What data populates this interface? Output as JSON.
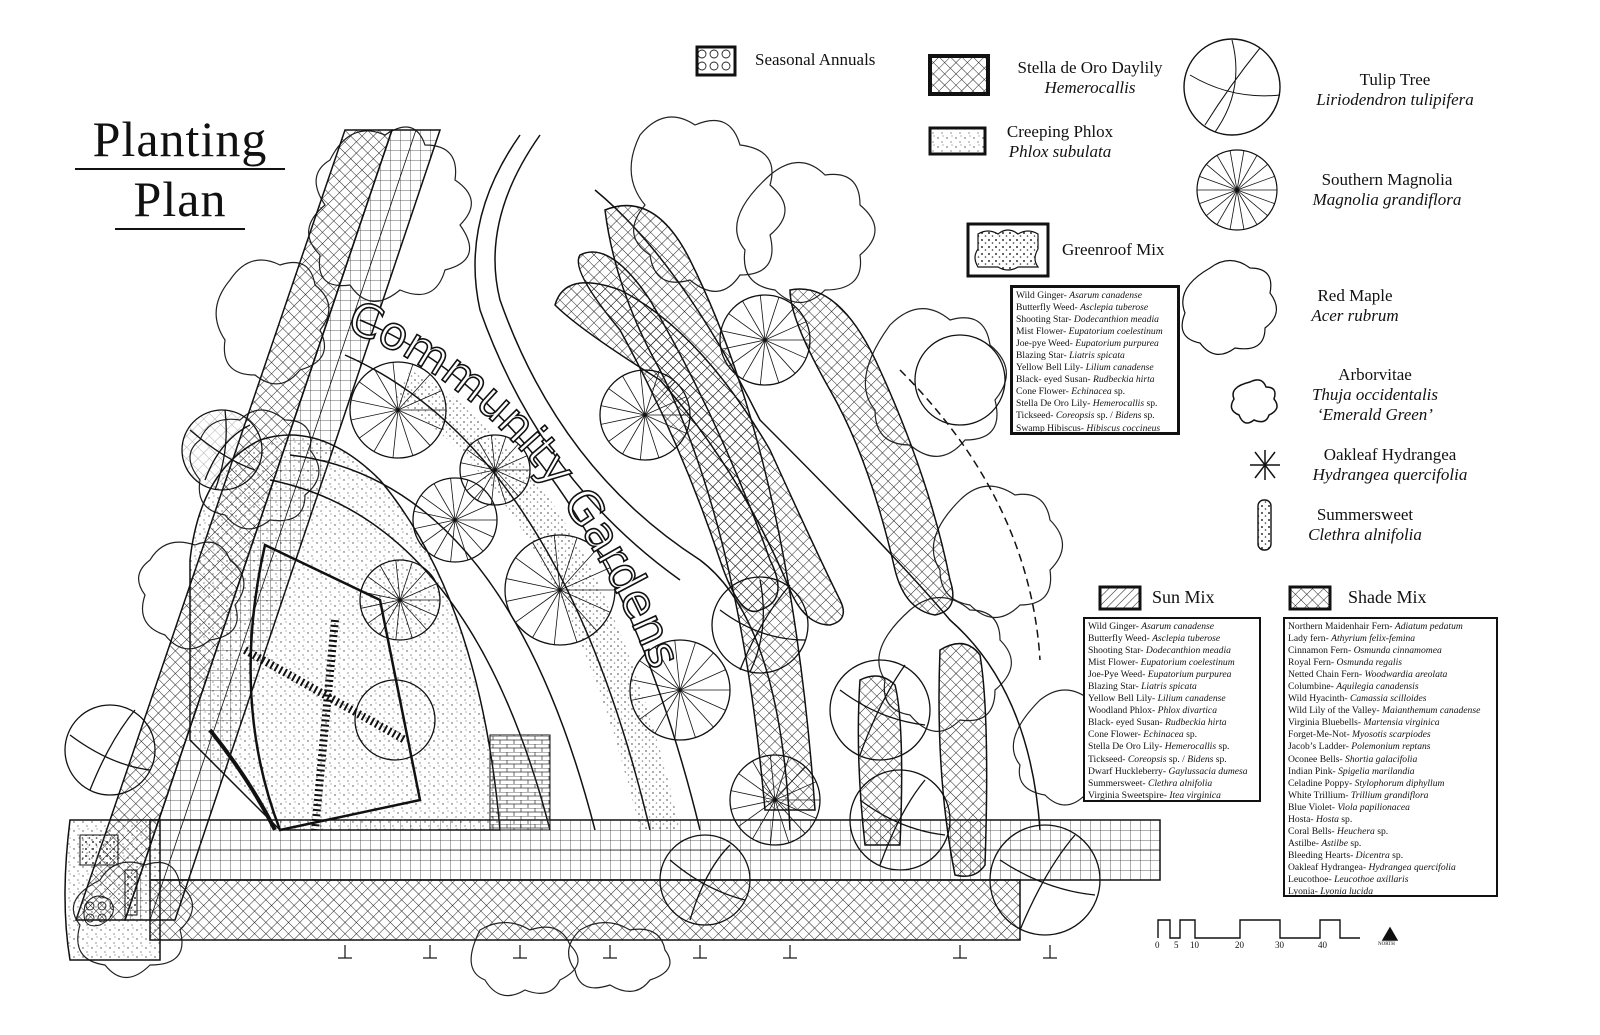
{
  "title": {
    "line1": "Planting",
    "line2": "Plan"
  },
  "garden_label": "Community Gardens",
  "legend": {
    "seasonal_annuals": "Seasonal Annuals",
    "daylily": {
      "common": "Stella de Oro Daylily",
      "latin": "Hemerocallis"
    },
    "phlox": {
      "common": "Creeping Phlox",
      "latin": "Phlox subulata"
    },
    "greenroof": "Greenroof Mix",
    "trees": [
      {
        "common": "Tulip Tree",
        "latin": "Liriodendron tulipifera",
        "icon": "tulip-tree-icon"
      },
      {
        "common": "Southern Magnolia",
        "latin": "Magnolia grandiflora",
        "icon": "magnolia-icon"
      },
      {
        "common": "Red Maple",
        "latin": "Acer rubrum",
        "icon": "red-maple-icon"
      },
      {
        "common": "Arborvitae",
        "latin": "Thuja occidentalis",
        "cultivar": "‘Emerald Green’",
        "icon": "arborvitae-icon"
      },
      {
        "common": "Oakleaf Hydrangea",
        "latin": "Hydrangea quercifolia",
        "icon": "hydrangea-icon"
      },
      {
        "common": "Summersweet",
        "latin": "Clethra alnifolia",
        "icon": "summersweet-icon"
      }
    ],
    "sun_mix_title": "Sun Mix",
    "shade_mix_title": "Shade Mix"
  },
  "greenroof_mix": [
    {
      "common": "Wild Ginger- ",
      "latin": "Asarum canadense"
    },
    {
      "common": "Butterfly Weed- ",
      "latin": "Asclepia tuberose"
    },
    {
      "common": "Shooting Star- ",
      "latin": "Dodecanthion meadia"
    },
    {
      "common": "Mist Flower- ",
      "latin": "Eupatorium coelestinum"
    },
    {
      "common": "Joe-pye Weed- ",
      "latin": "Eupatorium purpurea"
    },
    {
      "common": "Blazing Star- ",
      "latin": "Liatris spicata"
    },
    {
      "common": "Yellow Bell Lily- ",
      "latin": "Lilium canadense"
    },
    {
      "common": "Black- eyed Susan- ",
      "latin": "Rudbeckia hirta"
    },
    {
      "common": "Cone Flower- ",
      "latin": "Echinacea",
      "suffix": " sp."
    },
    {
      "common": "Stella De Oro Lily- ",
      "latin": "Hemerocallis",
      "suffix": " sp."
    },
    {
      "common": "Tickseed- ",
      "latin": "Coreopsis",
      "suffix": " sp. / ",
      "latin2": "Bidens",
      "suffix2": " sp."
    },
    {
      "common": "Swamp Hibiscus- ",
      "latin": "Hibiscus coccineus"
    }
  ],
  "sun_mix": [
    {
      "common": "Wild Ginger- ",
      "latin": "Asarum canadense"
    },
    {
      "common": "Butterfly Weed- ",
      "latin": "Asclepia tuberose"
    },
    {
      "common": "Shooting Star- ",
      "latin": "Dodecanthion meadia"
    },
    {
      "common": "Mist Flower- ",
      "latin": "Eupatorium coelestinum"
    },
    {
      "common": "Joe-Pye Weed- ",
      "latin": "Eupatorium purpurea"
    },
    {
      "common": "Blazing Star- ",
      "latin": "Liatris spicata"
    },
    {
      "common": "Yellow Bell Lily- ",
      "latin": "Lilium canadense"
    },
    {
      "common": "Woodland Phlox- ",
      "latin": "Phlox divartica"
    },
    {
      "common": "Black- eyed Susan- ",
      "latin": "Rudbeckia hirta"
    },
    {
      "common": "Cone Flower- ",
      "latin": "Echinacea",
      "suffix": " sp."
    },
    {
      "common": "Stella De Oro Lily- ",
      "latin": "Hemerocallis",
      "suffix": " sp."
    },
    {
      "common": "Tickseed- ",
      "latin": "Coreopsis",
      "suffix": " sp. / ",
      "latin2": "Bidens",
      "suffix2": " sp."
    },
    {
      "common": "Dwarf Huckleberry- ",
      "latin": "Gaylussacia dumesa"
    },
    {
      "common": "Summersweet- ",
      "latin": "Clethra alnifolia"
    },
    {
      "common": "Virginia Sweetspire- ",
      "latin": "Itea virginica"
    }
  ],
  "shade_mix": [
    {
      "common": "Northern Maidenhair Fern- ",
      "latin": "Adiatum pedatum"
    },
    {
      "common": "Lady fern- ",
      "latin": "Athyrium felix-femina"
    },
    {
      "common": "Cinnamon Fern- ",
      "latin": "Osmunda cinnamomea"
    },
    {
      "common": "Royal Fern- ",
      "latin": "Osmunda regalis"
    },
    {
      "common": "Netted Chain Fern- ",
      "latin": "Woodwardia areolata"
    },
    {
      "common": "Columbine- ",
      "latin": "Aquilegia canadensis"
    },
    {
      "common": "Wild Hyacinth- ",
      "latin": "Camassia scilloides"
    },
    {
      "common": "Wild Lily of the Valley- ",
      "latin": "Maianthemum canadense"
    },
    {
      "common": "Virginia Bluebells- ",
      "latin": "Martensia virginica"
    },
    {
      "common": "Forget-Me-Not- ",
      "latin": "Myosotis scarpiodes"
    },
    {
      "common": "Jacob’s Ladder- ",
      "latin": "Polemonium reptans"
    },
    {
      "common": "Oconee Bells- ",
      "latin": "Shortia galacifolia"
    },
    {
      "common": "Indian Pink- ",
      "latin": "Spigelia marilandia"
    },
    {
      "common": "Celadine Poppy- ",
      "latin": "Stylophorum diphyllum"
    },
    {
      "common": "White Trillium- ",
      "latin": "Trillium grandiflora"
    },
    {
      "common": "Blue Violet- ",
      "latin": "Viola papilionacea"
    },
    {
      "common": "Hosta- ",
      "latin": "Hosta",
      "suffix": " sp."
    },
    {
      "common": "Coral Bells- ",
      "latin": "Heuchera",
      "suffix": " sp."
    },
    {
      "common": "Astilbe- ",
      "latin": "Astilbe",
      "suffix": " sp."
    },
    {
      "common": "Bleeding Hearts- ",
      "latin": "Dicentra",
      "suffix": " sp."
    },
    {
      "common": "Oakleaf Hydrangea- ",
      "latin": "Hydrangea quercifolia"
    },
    {
      "common": "Leucothoe- ",
      "latin": "Leucothoe axillaris"
    },
    {
      "common": "Lyonia- ",
      "latin": "Lyonia lucida"
    }
  ],
  "scale_bar": {
    "ticks": [
      "0",
      "5",
      "10",
      "20",
      "30",
      "40"
    ],
    "north": "NORTH"
  }
}
